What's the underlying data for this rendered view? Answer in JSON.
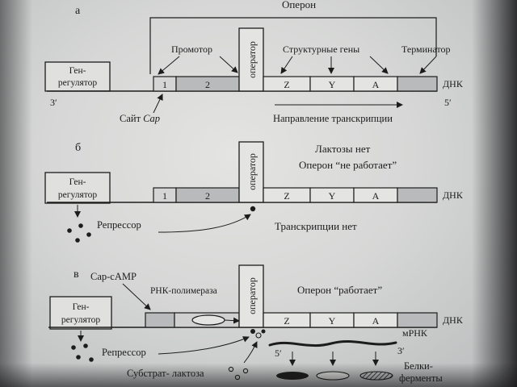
{
  "panel_a": {
    "letter": "а",
    "operon_label": "Оперон",
    "gene_regulator": [
      "Ген-",
      "регулятор"
    ],
    "promoter_label": "Промотор",
    "operator_label": "оператор",
    "structural_genes_label": "Структурные гены",
    "terminator_label": "Терминатор",
    "segments": [
      "1",
      "2",
      "Z",
      "Y",
      "A"
    ],
    "dna_label": "ДНК",
    "end_3": "3′",
    "end_5": "5′",
    "cap_site_prefix": "Сайт ",
    "cap_site_italic": "Cap",
    "transcription_direction": "Направление транскрипции"
  },
  "panel_b": {
    "letter": "б",
    "gene_regulator": [
      "Ген-",
      "регулятор"
    ],
    "operator_label": "оператор",
    "no_lactose": "Лактозы нет",
    "operon_not_working": "Оперон “не работает”",
    "segments": [
      "1",
      "2",
      "Z",
      "Y",
      "A"
    ],
    "dna_label": "ДНК",
    "repressor_label": "Репрессор",
    "no_transcription": "Транскрипции нет"
  },
  "panel_v": {
    "letter": "в",
    "cap_camp": "Cap-cAMP",
    "rna_polymerase": "РНК-полимераза",
    "gene_regulator": [
      "Ген-",
      "регулятор"
    ],
    "operator_label": "оператор",
    "operon_working": "Оперон “работает”",
    "segments": [
      "Z",
      "Y",
      "A"
    ],
    "dna_label": "ДНК",
    "mrna_label": "мРНК",
    "mrna_5": "5′",
    "mrna_3": "3′",
    "repressor_label": "Репрессор",
    "substrate_label": "Субстрат- лактоза",
    "proteins_label": [
      "Белки-",
      "ферменты"
    ]
  }
}
